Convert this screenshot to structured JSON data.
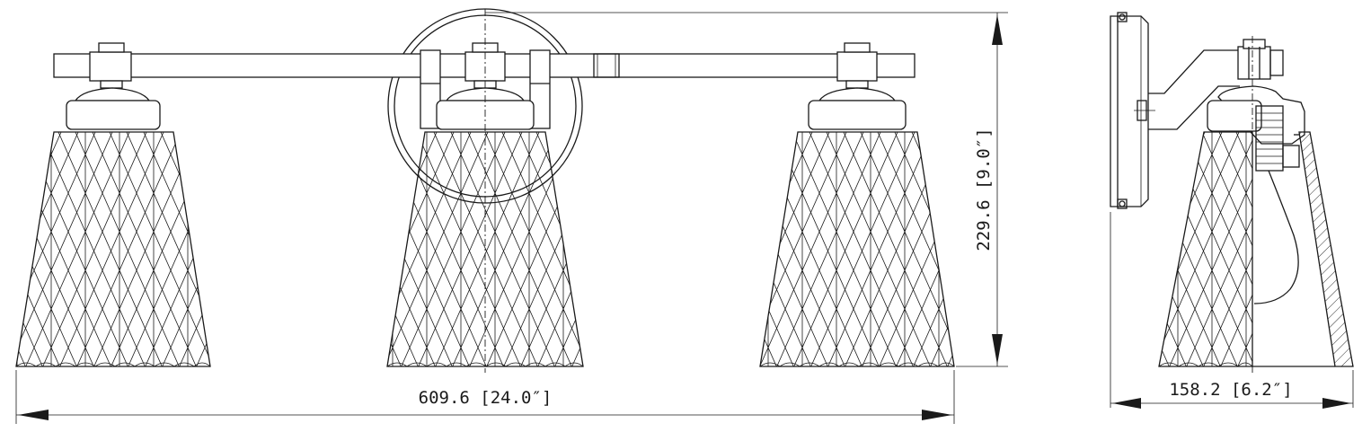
{
  "dimensions": {
    "overall_width": "609.6 [24.0″]",
    "overall_height": "229.6 [9.0″]",
    "depth": "158.2 [6.2″]"
  }
}
